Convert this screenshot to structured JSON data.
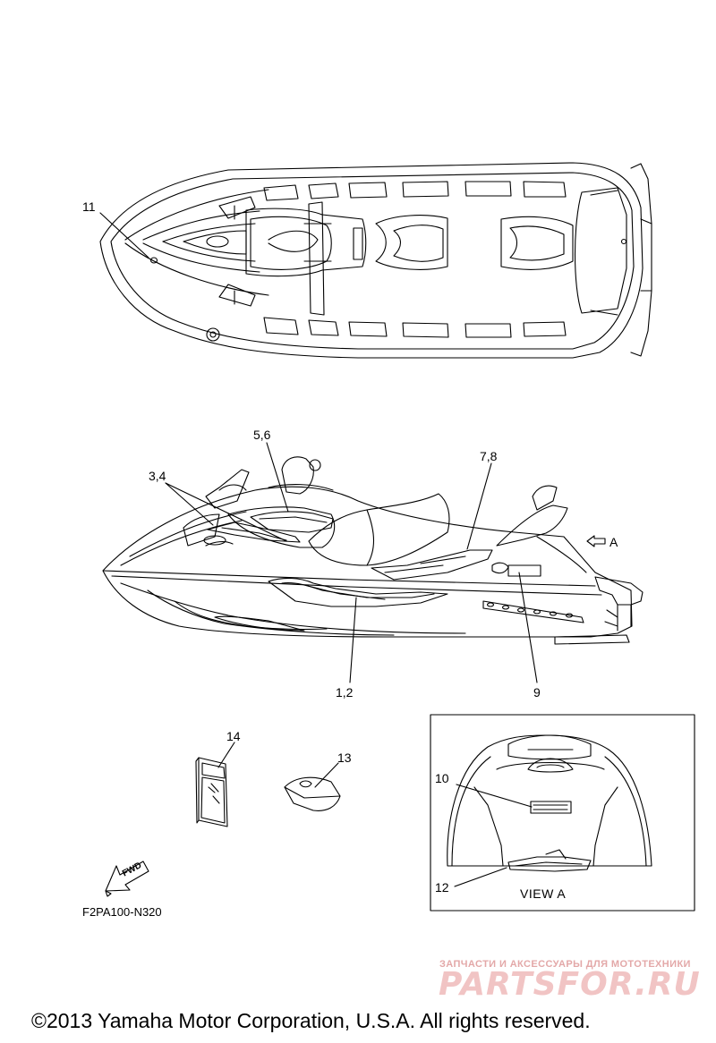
{
  "callouts": {
    "c11": "11",
    "c56": "5,6",
    "c34": "3,4",
    "c78": "7,8",
    "ca": "A",
    "c12b": "1,2",
    "c9": "9",
    "c14": "14",
    "c13": "13",
    "c10": "10",
    "c12": "12"
  },
  "fwd_tag": "FWD",
  "view_a_label": "VIEW A",
  "diagram_code": "F2PA100-N320",
  "watermark": {
    "line1": "ЗАПЧАСТИ И АКСЕССУАРЫ ДЛЯ МОТОТЕХНИКИ",
    "logo": "PARTSFOR.RU"
  },
  "copyright": "©2013 Yamaha Motor Corporation, U.S.A. All rights reserved."
}
